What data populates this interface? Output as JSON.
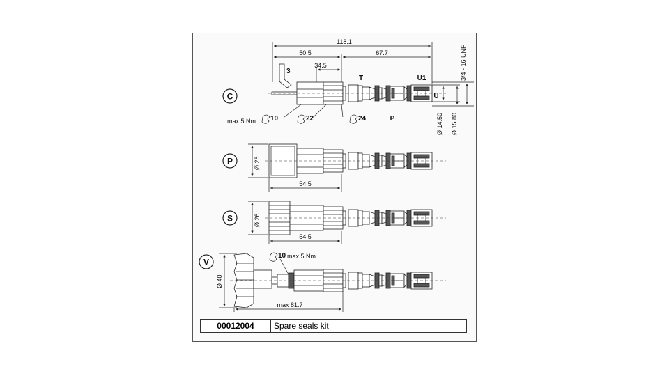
{
  "variants": {
    "c": {
      "code": "C"
    },
    "p": {
      "code": "P"
    },
    "s": {
      "code": "S"
    },
    "v": {
      "code": "V"
    }
  },
  "dimensions": {
    "overall_length": "118.1",
    "length_a": "50.5",
    "length_b": "67.7",
    "length_c": "34.5",
    "hex_key": "3",
    "thread": "3/4 - 16  UNF",
    "dia_1": "Ø 14.50",
    "dia_2": "Ø 15.80",
    "p_dia": "Ø 26",
    "p_len": "54.5",
    "s_dia": "Ø 26",
    "s_len": "54.5",
    "v_dia": "Ø 40",
    "v_len": "max 81.7"
  },
  "ports": {
    "t": "T",
    "u1": "U1",
    "u": "U",
    "p": "P"
  },
  "wrenches": {
    "c_torque": "max 5 Nm",
    "c_w1": "10",
    "c_w2": "22",
    "c_w3": "24",
    "v_w": "10",
    "v_torque": "max 5 Nm"
  },
  "table": {
    "code": "00012004",
    "description": "Spare seals kit"
  }
}
